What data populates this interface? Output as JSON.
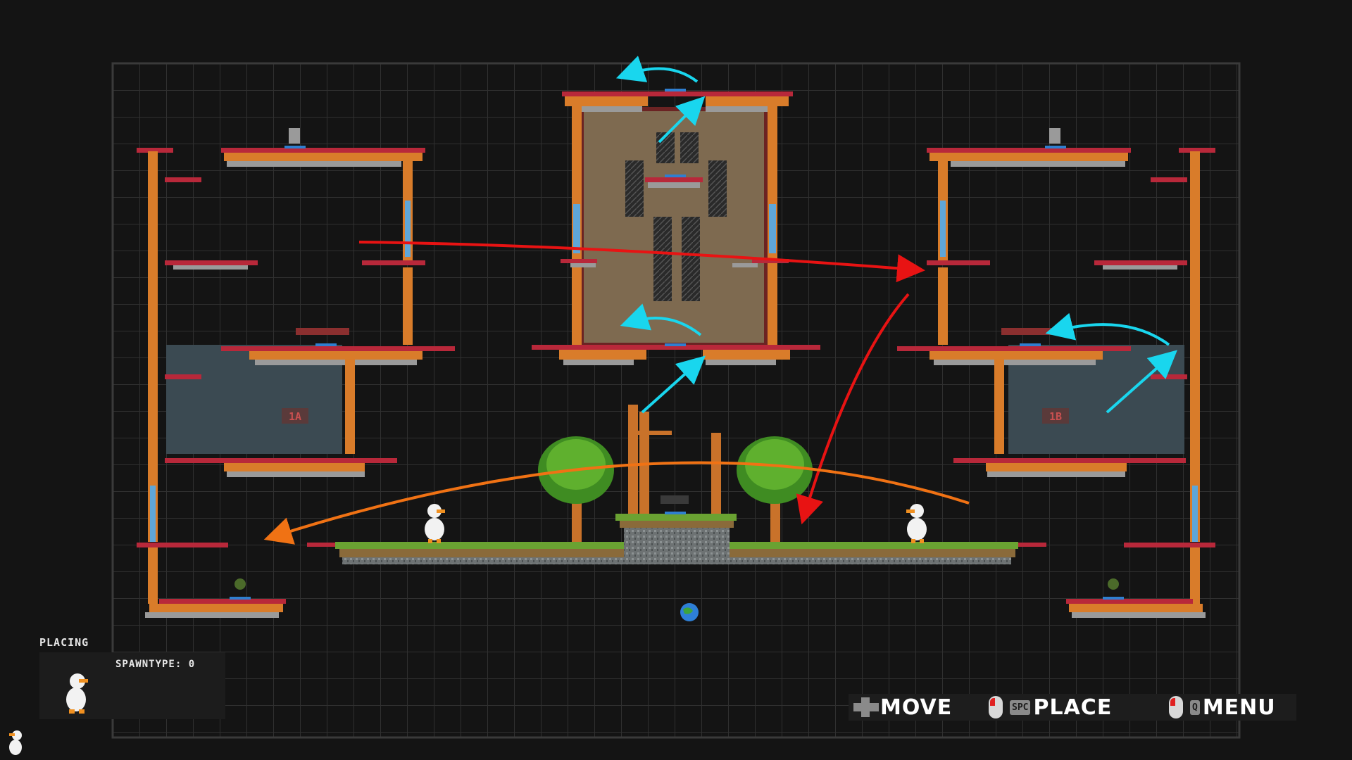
{
  "editor": {
    "mode_title": "PLACING",
    "spawn_label": "SPAWNTYPE: 0"
  },
  "room_labels": {
    "left": "1A",
    "right": "1B"
  },
  "hud": {
    "move_label": "MOVE",
    "place_key": "SPC",
    "place_label": "PLACE",
    "menu_key": "Q",
    "menu_label": "MENU"
  },
  "icons": {
    "move": "dpad-icon",
    "place": "mouse-left-icon",
    "menu": "mouse-right-icon",
    "cursor": "duck-cursor-icon"
  },
  "colors": {
    "background": "#141414",
    "grid": "#303030",
    "arrow_cyan": "#19d6ee",
    "arrow_red": "#e81313",
    "arrow_orange": "#f07214",
    "platform_red": "#b8283a",
    "pillar_orange": "#d97c2a",
    "grass": "#6aa232"
  }
}
